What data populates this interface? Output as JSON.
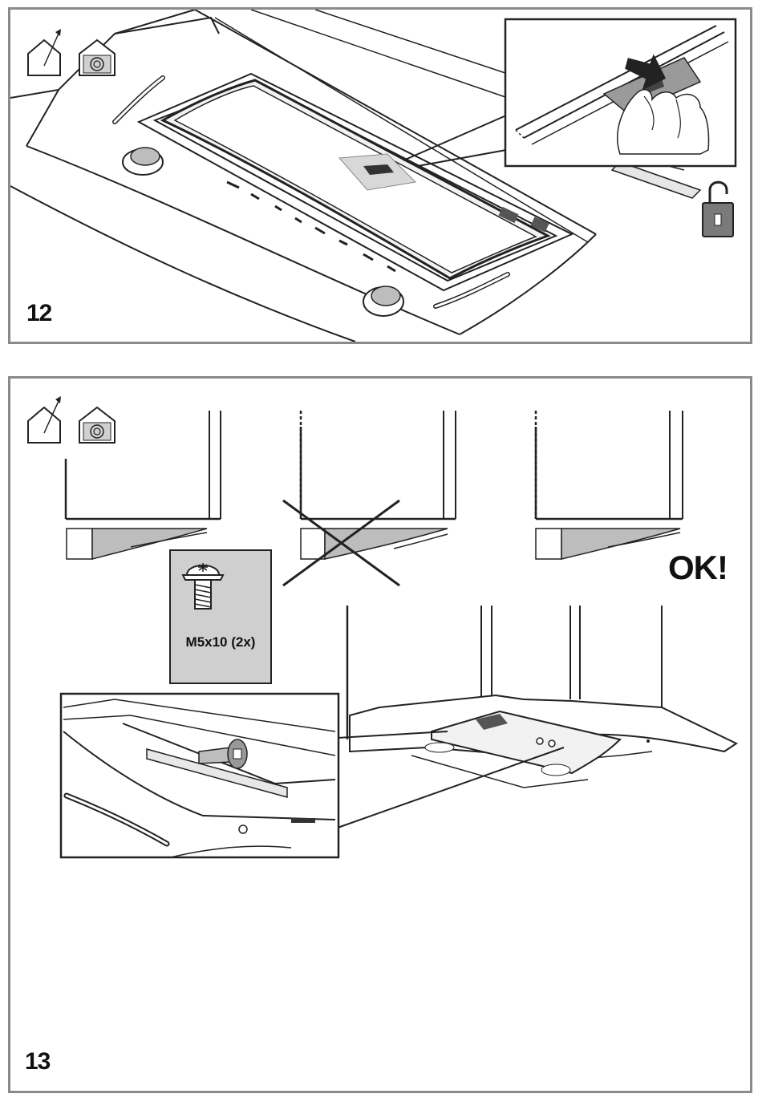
{
  "steps": [
    {
      "number": "12",
      "icons": [
        "ducted-extraction-icon",
        "recirculation-icon",
        "unlock-icon"
      ]
    },
    {
      "number": "13",
      "icons": [
        "ducted-extraction-icon",
        "recirculation-icon",
        "wrong-position-cross-icon",
        "screw-icon"
      ],
      "screw_label": "M5x10 (2x)",
      "ok_label": "OK!"
    }
  ]
}
